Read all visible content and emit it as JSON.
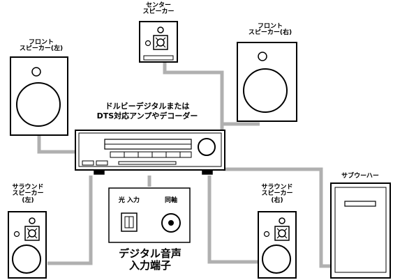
{
  "labels": {
    "center_speaker": [
      "センター",
      "スピーカー"
    ],
    "front_left": [
      "フロント",
      "スピーカー(左)"
    ],
    "front_right": [
      "フロント",
      "スピーカー(右)"
    ],
    "surround_left": [
      "サラウンド",
      "スピーカー",
      "(左)"
    ],
    "surround_right": [
      "サラウンド",
      "スピーカー",
      "(右)"
    ],
    "subwoofer": "サブウーハー",
    "receiver": [
      "ドルビーデジタルまたは",
      "DTS対応アンプやデコーダー"
    ],
    "optical": "光 入力",
    "coaxial": "同軸",
    "digital_input": [
      "デジタル音声",
      "入力端子"
    ]
  },
  "colors": {
    "cable": "#b0b0b0",
    "stroke": "#000000",
    "fill": "#ffffff"
  }
}
